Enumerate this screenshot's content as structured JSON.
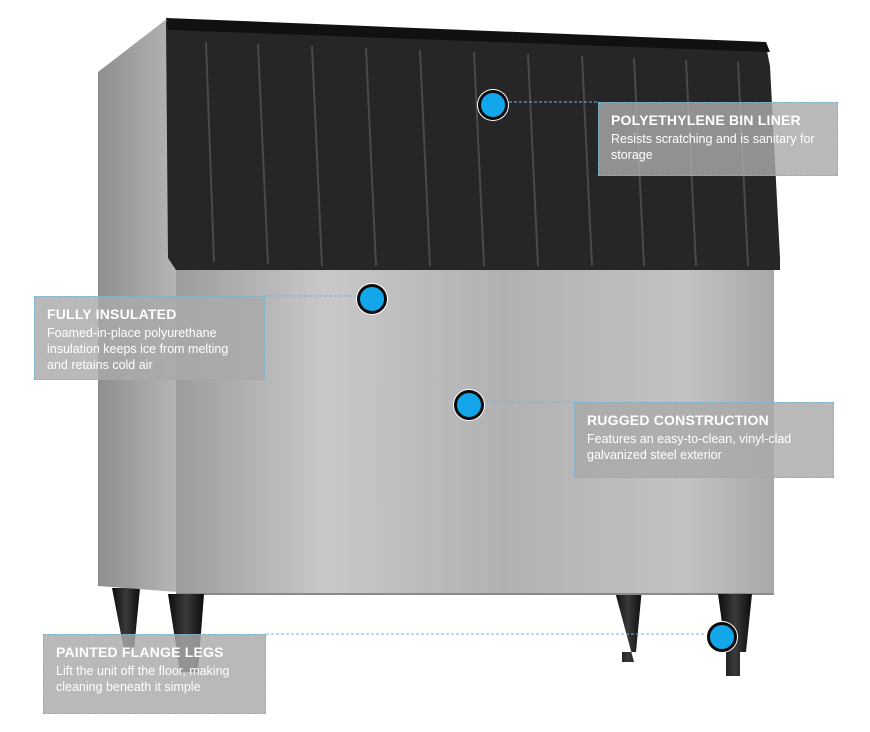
{
  "callouts": {
    "liner": {
      "title": "POLYETHYLENE BIN LINER",
      "desc": "Resists scratching and is sanitary for storage"
    },
    "insulated": {
      "title": "FULLY INSULATED",
      "desc": "Foamed-in-place polyurethane insulation keeps ice from melting and retains cold air"
    },
    "construction": {
      "title": "RUGGED CONSTRUCTION",
      "desc": "Features an easy-to-clean, vinyl-clad galvanized steel exterior"
    },
    "legs": {
      "title": "PAINTED FLANGE LEGS",
      "desc": "Lift the unit off the floor, making cleaning beneath it simple"
    }
  },
  "colors": {
    "accent_dot": "#14a6ea",
    "leader_line": "#6fb6d8",
    "panel_bg": "#aaaaaa",
    "bin_liner": "#2a2a2a",
    "steel": "#b3b3b3"
  },
  "icons": [
    "hotspot-dot-icon"
  ]
}
